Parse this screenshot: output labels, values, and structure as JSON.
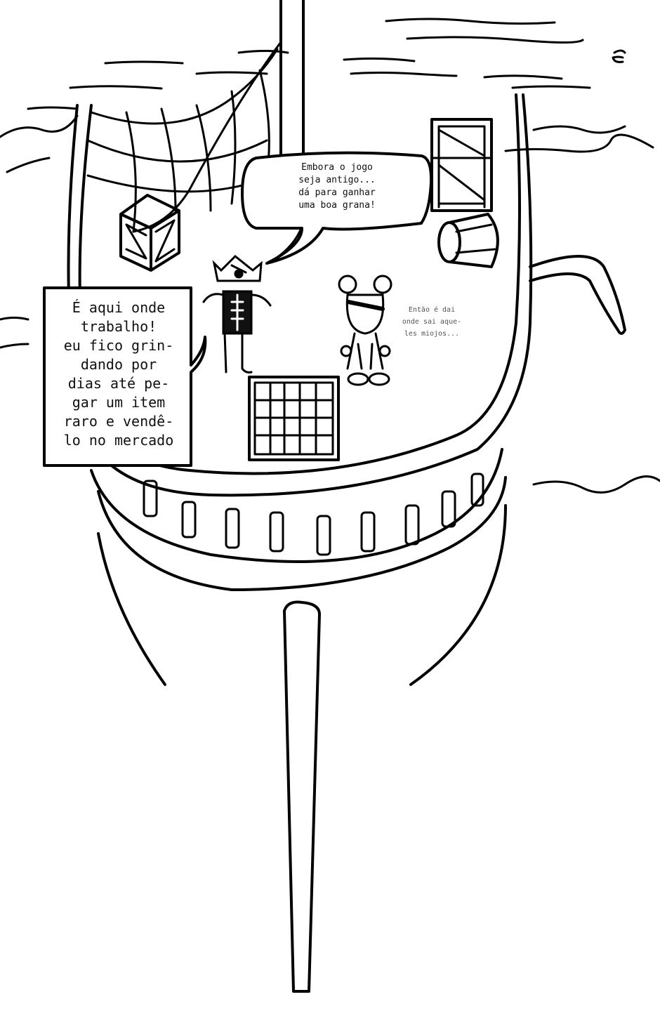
{
  "speech_bubbles": {
    "top_center": [
      "Embora o jogo",
      "seja antigo...",
      "dá para ganhar",
      "uma boa grana!"
    ],
    "left_box": [
      "É aqui onde",
      "trabalho!",
      "eu fico grin-",
      "dando por",
      "dias até pe-",
      "gar um item",
      "raro e vendê-",
      "lo no mercado"
    ],
    "right_thought": [
      "Então é dai",
      "onde sai aque-",
      "les miojos..."
    ]
  },
  "colors": {
    "ink": "#000000",
    "paper": "#ffffff",
    "faded_text": "#555555"
  }
}
